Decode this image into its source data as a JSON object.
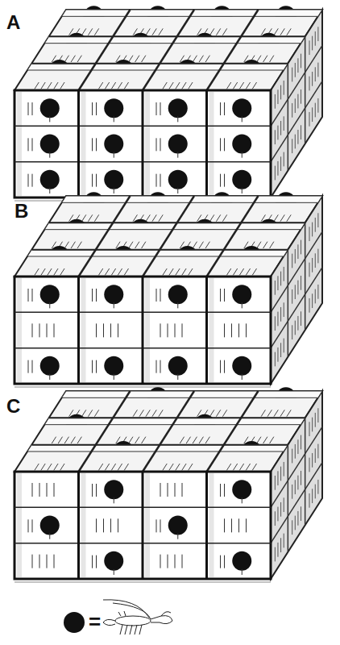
{
  "diagram": {
    "labels": [
      "A",
      "B",
      "C"
    ],
    "legend": [
      {
        "text": "="
      }
    ]
  }
}
